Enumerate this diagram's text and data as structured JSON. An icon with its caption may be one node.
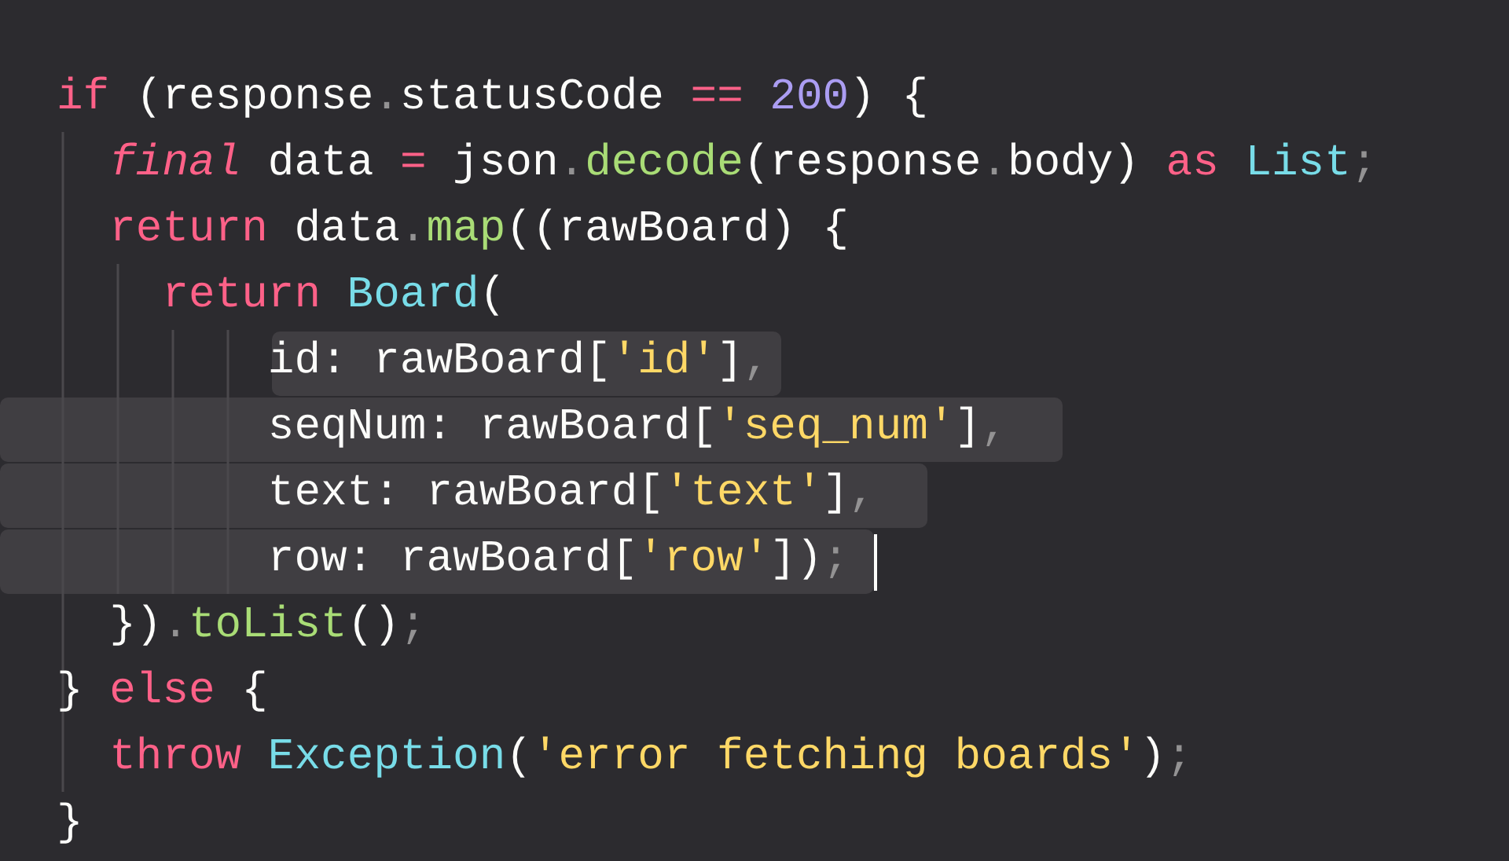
{
  "diagram": {
    "labels": [
      "if (response.statusCode == 200) {",
      "final data = json.decode(response.body) as List;",
      "return data.map((rawBoard) {",
      "return Board(",
      "id: rawBoard['id'],",
      "seqNum: rawBoard['seq_num'],",
      "text: rawBoard['text'],",
      "row: rawBoard['row']);",
      "}).toList();",
      "} else {",
      "throw Exception('error fetching boards');",
      "}"
    ]
  }
}
